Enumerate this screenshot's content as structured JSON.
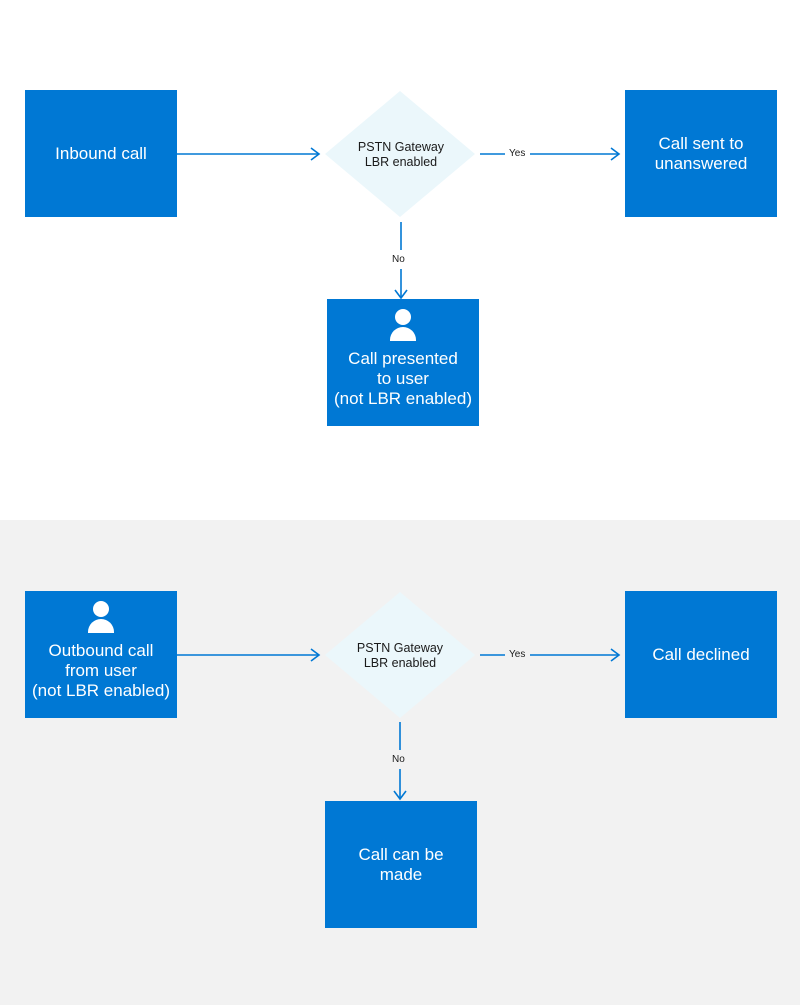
{
  "colors": {
    "box": "#0078d4",
    "diamond": "#ebf7fb",
    "arrow": "#0078d4",
    "bottom_background": "#f2f2f2"
  },
  "inbound": {
    "start_label": "Inbound call",
    "decision_label": "PSTN Gateway\nLBR enabled",
    "yes_label": "Yes",
    "yes_result_label": "Call sent to\nunanswered",
    "no_label": "No",
    "no_result_label": "Call presented\nto user\n(not LBR enabled)",
    "no_result_icon": "person-icon"
  },
  "outbound": {
    "start_label": "Outbound call\nfrom user\n(not LBR enabled)",
    "start_icon": "person-icon",
    "decision_label": "PSTN Gateway\nLBR enabled",
    "yes_label": "Yes",
    "yes_result_label": "Call declined",
    "no_label": "No",
    "no_result_label": "Call can be\nmade"
  }
}
